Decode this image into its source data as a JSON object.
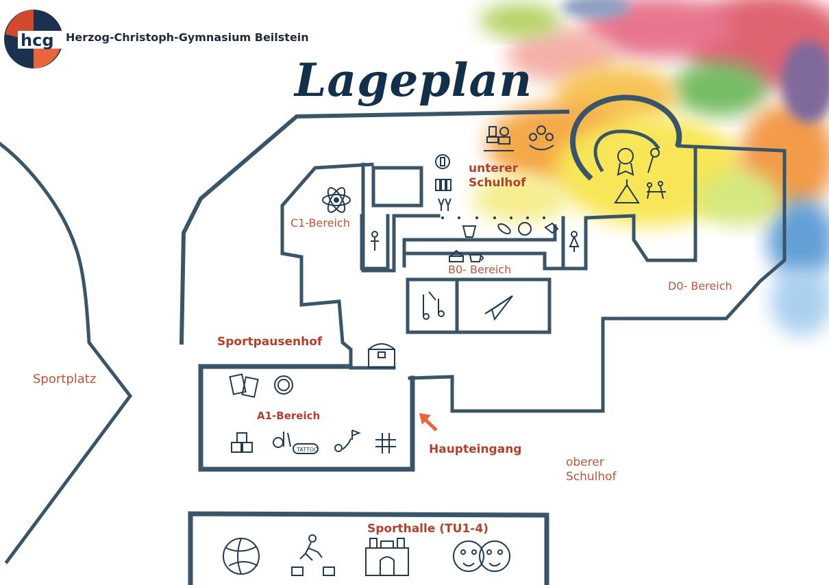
{
  "header": {
    "logo_text": "hcg",
    "school_name": "Herzog-Christoph-Gymnasium Beilstein",
    "title": "Lageplan"
  },
  "areas": {
    "unterer_schulhof": [
      "unterer",
      "Schulhof"
    ],
    "c1": "C1-Bereich",
    "b0": "B0- Bereich",
    "d0": "D0- Bereich",
    "sportpausenhof": "Sportpausenhof",
    "sportplatz": "Sportplatz",
    "a1": "A1-Bereich",
    "haupteingang": "Haupteingang",
    "oberer_schulhof": [
      "oberer",
      "Schulhof"
    ],
    "sporthalle": "Sporthalle (TU1-4)"
  },
  "colors": {
    "wall": "#3b5568",
    "label_red": "#b3402a",
    "icon": "#1f3a52",
    "arrow": "#e8663a",
    "logo_red": "#d14a2b",
    "logo_navy": "#1c3050"
  },
  "icons": [
    "chess-icon",
    "group-hands-icon",
    "award-medal-icon",
    "microphone-icon",
    "circus-tent-icon",
    "dancers-icon",
    "recycle-bottle-icon",
    "bottles-icon",
    "toast-glasses-icon",
    "atom-icon",
    "popcorn-icon",
    "hotdog-icon",
    "pizza-icon",
    "handshake-icon",
    "toilet-male-icon",
    "toilet-female-icon",
    "cake-icon",
    "coffee-icon",
    "music-icon",
    "paper-plane-icon",
    "treasure-chest-icon",
    "playing-cards-icon",
    "bracelet-icon",
    "cubes-icon",
    "makeup-icon",
    "tattoo-icon",
    "route-flag-icon",
    "tic-tac-toe-icon",
    "volleyball-icon",
    "parkour-icon",
    "bouncy-castle-icon",
    "face-paint-icon"
  ]
}
